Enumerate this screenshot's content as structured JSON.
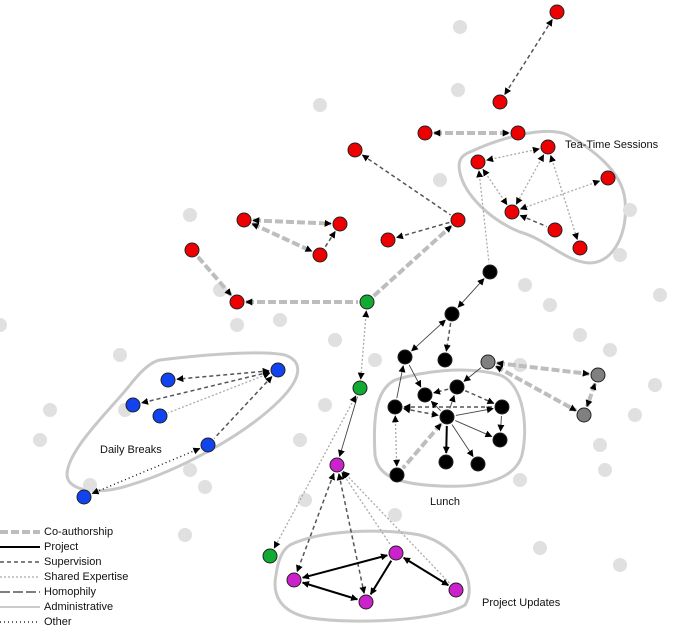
{
  "groups": [
    {
      "id": "tea",
      "label": "Tea-Time Sessions"
    },
    {
      "id": "breaks",
      "label": "Daily Breaks"
    },
    {
      "id": "lunch",
      "label": "Lunch"
    },
    {
      "id": "proj",
      "label": "Project Updates"
    }
  ],
  "colors": {
    "red": "#ee0000",
    "green": "#11aa33",
    "blue": "#1144ee",
    "black": "#000000",
    "grey": "#808080",
    "magenta": "#cc22cc",
    "faded": "#e0e0e0"
  },
  "legend": [
    {
      "type": "coauth",
      "label": "Co-authorship"
    },
    {
      "type": "project",
      "label": "Project"
    },
    {
      "type": "supervision",
      "label": "Supervision"
    },
    {
      "type": "shared",
      "label": "Shared Expertise"
    },
    {
      "type": "homophily",
      "label": "Homophily"
    },
    {
      "type": "admin",
      "label": "Administrative"
    },
    {
      "type": "other",
      "label": "Other"
    }
  ]
}
